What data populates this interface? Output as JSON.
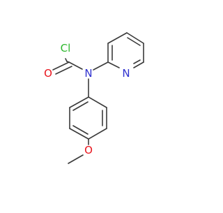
{
  "molecule": {
    "atoms": {
      "cl": {
        "symbol": "Cl",
        "color": "#2db82d"
      },
      "o_carbonyl": {
        "symbol": "O",
        "color": "#e8141c"
      },
      "n_amide": {
        "symbol": "N",
        "color": "#2f31cf"
      },
      "n_pyridine": {
        "symbol": "N",
        "color": "#2f31cf"
      },
      "o_methoxy": {
        "symbol": "O",
        "color": "#e8141c"
      }
    },
    "bond_color": "#3a3a3a"
  }
}
